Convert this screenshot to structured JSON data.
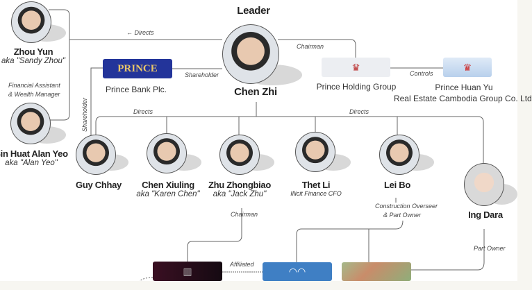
{
  "leader_label": "Leader",
  "people": {
    "chen_zhi": {
      "name": "Chen Zhi"
    },
    "zhou_yun": {
      "name": "Zhou Yun",
      "aka": "aka \"Sandy Zhou\""
    },
    "sin_huat": {
      "name": "Sin Huat Alan Yeo",
      "aka": "aka \"Alan Yeo\""
    },
    "guy_chhay": {
      "name": "Guy Chhay"
    },
    "chen_xiuling": {
      "name": "Chen Xiuling",
      "aka": "aka \"Karen Chen\""
    },
    "zhu": {
      "name": "Zhu Zhongbiao",
      "aka": "aka \"Jack Zhu\""
    },
    "thet_li": {
      "name": "Thet Li",
      "aka": "Illicit Finance CFO"
    },
    "lei_bo": {
      "name": "Lei Bo"
    },
    "ing_dara": {
      "name": "Ing Dara"
    }
  },
  "orgs": {
    "prince_bank": {
      "name": "Prince Bank Plc.",
      "logo": "PRINCE"
    },
    "prince_holding": {
      "name": "Prince Holding Group"
    },
    "huan_yu": {
      "line1": "Prince Huan Yu",
      "line2": "Real Estate Cambodia Group Co. Ltd."
    }
  },
  "relations": {
    "directs_left": "← Directs",
    "chairman": "Chairman",
    "shareholder": "Shareholder",
    "shareholder_v": "Shareholder",
    "controls": "Controls",
    "fin_assist_1": "Financial Assistant",
    "fin_assist_2": "& Wealth Manager",
    "directs_a": "Directs",
    "directs_b": "Directs",
    "zhu_chairman": "Chairman",
    "leibo_1": "Construction Overseer",
    "leibo_2": "& Part Owner",
    "affiliated": "Affiliated",
    "part_owner": "Part Owner"
  }
}
